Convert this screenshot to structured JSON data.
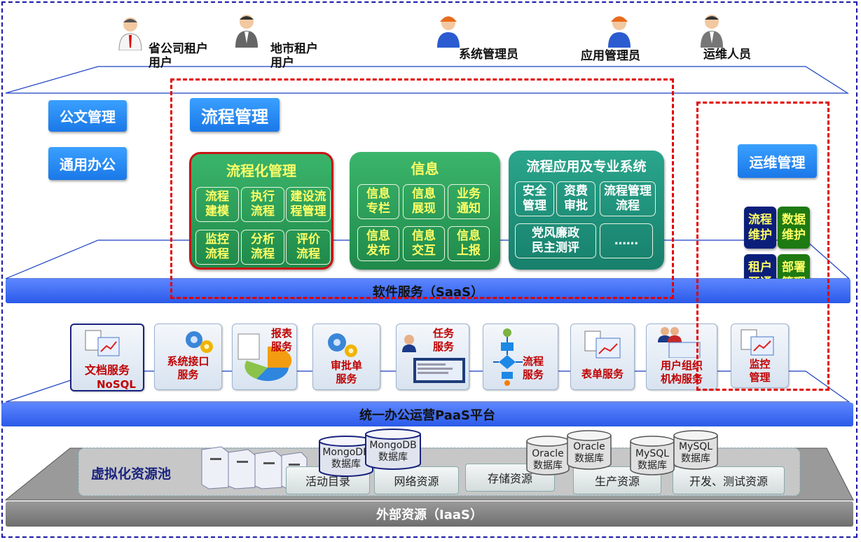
{
  "roles": [
    {
      "label_line1": "省公司租户",
      "label_line2": "用户"
    },
    {
      "label_line1": "地市租户",
      "label_line2": "用户"
    },
    {
      "label": "系统管理员"
    },
    {
      "label": "应用管理员"
    },
    {
      "label": "运维人员"
    }
  ],
  "left_buttons": [
    "公文管理",
    "通用办公"
  ],
  "process_title": "流程管理",
  "panels": {
    "process_mgmt": {
      "title": "流程化管理",
      "cells": [
        "流程\n建模",
        "执行\n流程",
        "建设流\n程管理",
        "监控\n流程",
        "分析\n流程",
        "评价\n流程"
      ]
    },
    "info": {
      "title": "信息",
      "cells": [
        "信息\n专栏",
        "信息\n展现",
        "业务\n通知",
        "信息\n发布",
        "信息\n交互",
        "信息\n上报"
      ]
    },
    "apps": {
      "title": "流程应用及专业系统",
      "cells": [
        "安全\n管理",
        "资费\n审批",
        "流程管理\n流程",
        "党风廉政\n民主测评",
        "……"
      ]
    }
  },
  "ops": {
    "title": "运维管理",
    "buttons": [
      "流程\n维护",
      "数据\n维护",
      "租户\n开通",
      "部署\n管理"
    ]
  },
  "saas_bar": "软件服务（SaaS）",
  "paas_bar": "统一办公运营PaaS平台",
  "iaas_bar": "外部资源（IaaS）",
  "services": [
    {
      "line1": "文档服务",
      "line2": "NoSQL"
    },
    {
      "line1": "系统接口",
      "line2": "服务"
    },
    {
      "line1": "报表",
      "line2": "服务"
    },
    {
      "line1": "审批单",
      "line2": "服务"
    },
    {
      "line1": "任务",
      "line2": "服务"
    },
    {
      "line1": "流程",
      "line2": "服务"
    },
    {
      "line1": "表单服务",
      "line2": ""
    },
    {
      "line1": "用户组织",
      "line2": "机构服务"
    },
    {
      "line1": "监控",
      "line2": "管理"
    }
  ],
  "resource_pool": {
    "title": "虚拟化资源池",
    "resources": [
      "活动目录",
      "网络资源",
      "存储资源",
      "生产资源",
      "开发、测试资源"
    ],
    "databases": [
      {
        "name": "MongoDB",
        "sub": "数据库"
      },
      {
        "name": "MongoDB",
        "sub": "数据库"
      },
      {
        "name": "Oracle",
        "sub": "数据库"
      },
      {
        "name": "Oracle",
        "sub": "数据库"
      },
      {
        "name": "MySQL",
        "sub": "数据库"
      },
      {
        "name": "MySQL",
        "sub": "数据库"
      }
    ]
  },
  "colors": {
    "blue_bar": "#3b6cf0",
    "green_panel": "#2e9e58",
    "teal_panel": "#1f8f7a",
    "red_dash": "#e00000",
    "navy_btn": "#0b1f7a",
    "green_btn": "#1e7a12"
  }
}
